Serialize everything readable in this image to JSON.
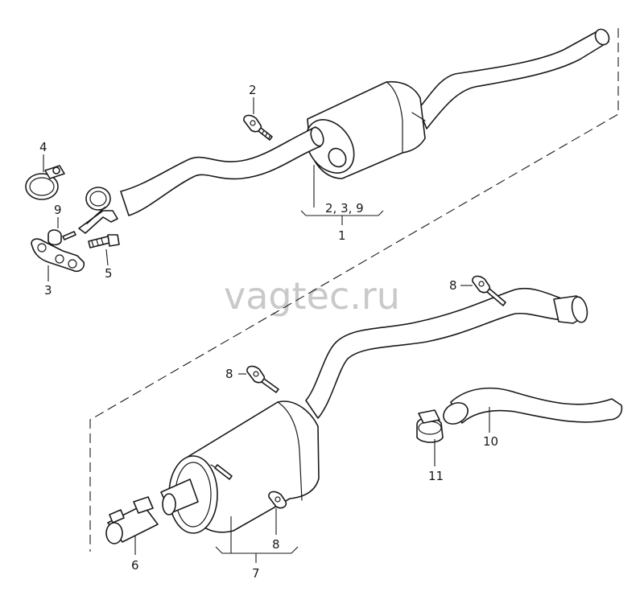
{
  "watermark": "vagtec.ru",
  "callouts": {
    "c1": "1",
    "c2": "2",
    "c239": "2, 3, 9",
    "c3": "3",
    "c4": "4",
    "c5": "5",
    "c6": "6",
    "c7": "7",
    "c8a": "8",
    "c8b": "8",
    "c8c": "8",
    "c9": "9",
    "c10": "10",
    "c11": "11"
  }
}
